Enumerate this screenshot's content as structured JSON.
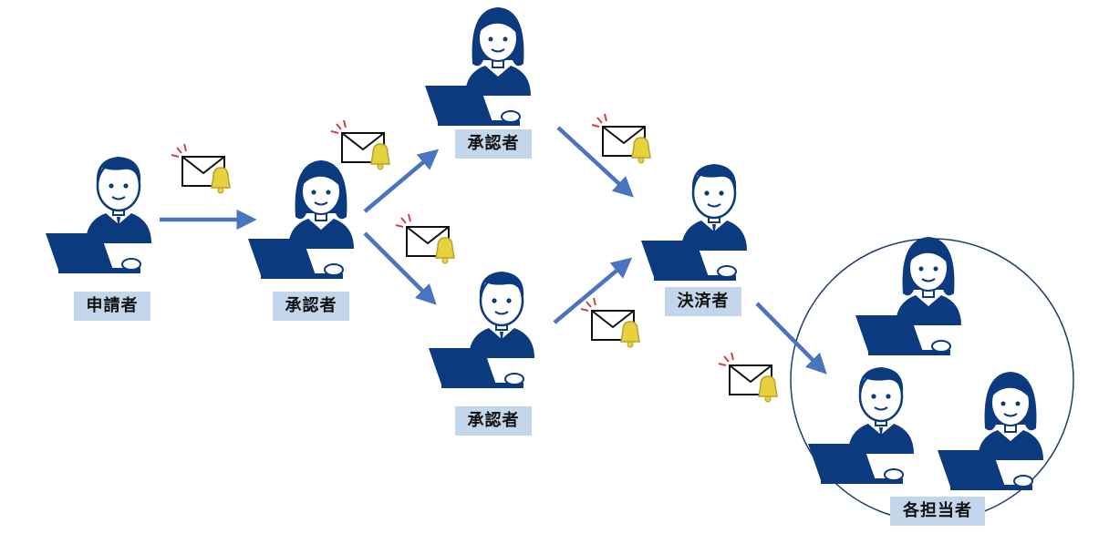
{
  "colors": {
    "navy": "#0b3a7e",
    "arrow": "#4a74c0",
    "skin": "#ffffff",
    "label_bg": "#c3d6ec",
    "bell": "#e5d23e",
    "circle": "#1f3f6e"
  },
  "icons": [
    "person-icon",
    "laptop-icon",
    "envelope-icon",
    "bell-icon",
    "arrow-icon"
  ],
  "nodes": {
    "applicant": {
      "label": "申請者"
    },
    "approver_1": {
      "label": "承認者"
    },
    "approver_top": {
      "label": "承認者"
    },
    "approver_bottom": {
      "label": "承認者"
    },
    "decider": {
      "label": "決済者"
    },
    "staff_group": {
      "label": "各担当者"
    }
  }
}
